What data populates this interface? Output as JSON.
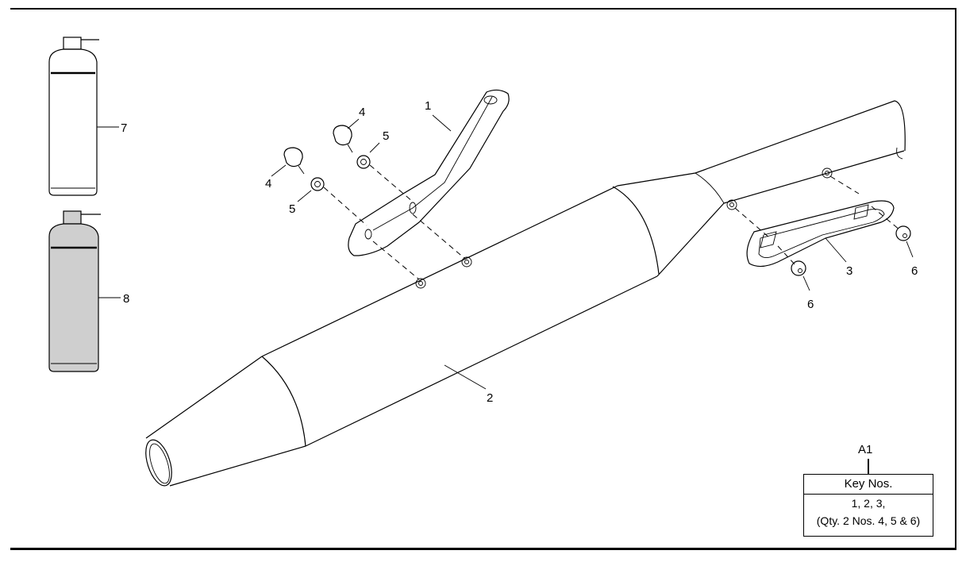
{
  "diagram": {
    "callouts": {
      "c1": "1",
      "c2": "2",
      "c3": "3",
      "c4a": "4",
      "c4b": "4",
      "c5a": "5",
      "c5b": "5",
      "c6a": "6",
      "c6b": "6",
      "c7": "7",
      "c8": "8"
    },
    "key_box": {
      "id": "A1",
      "header": "Key Nos.",
      "line1": "1, 2, 3,",
      "line2": "(Qty. 2 Nos. 4, 5 & 6)"
    },
    "colors": {
      "line": "#000000",
      "bottle_fill_8": "#cfcfcf"
    }
  }
}
